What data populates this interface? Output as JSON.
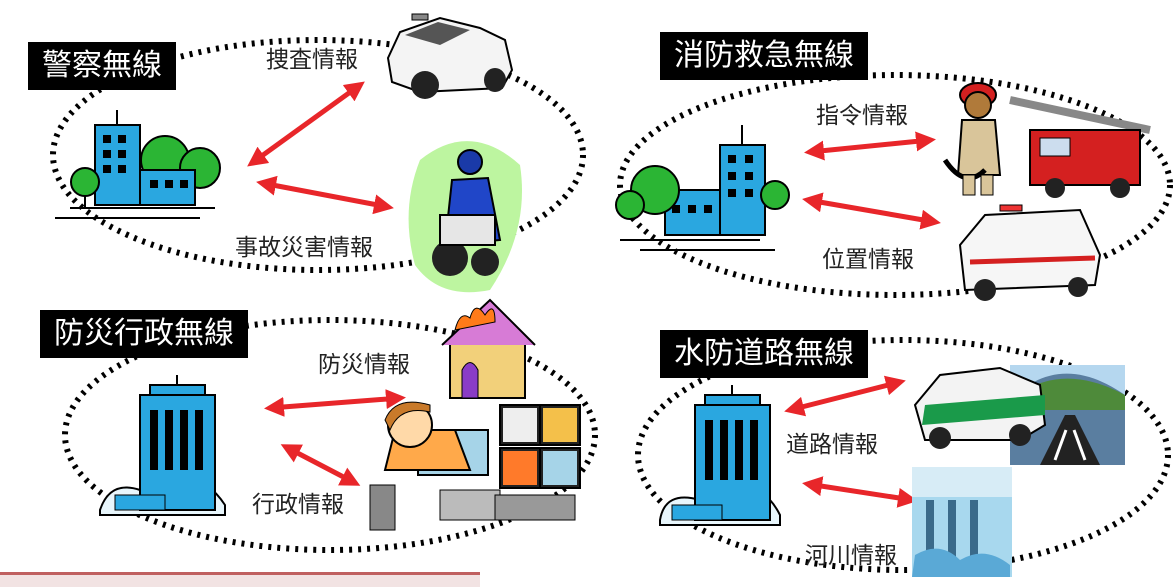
{
  "sections": {
    "police": {
      "title": "警察無線",
      "labels": [
        "捜査情報",
        "事故災害情報"
      ]
    },
    "fire": {
      "title": "消防救急無線",
      "labels": [
        "指令情報",
        "位置情報"
      ]
    },
    "admin": {
      "title": "防災行政無線",
      "labels": [
        "防災情報",
        "行政情報"
      ]
    },
    "water": {
      "title": "水防道路無線",
      "labels": [
        "道路情報",
        "河川情報"
      ]
    }
  },
  "colors": {
    "arrow": "#e8262a",
    "building": "#2aa7e0",
    "tree": "#2bb534",
    "title_bg": "#000000"
  },
  "icons": [
    "police-car-icon",
    "police-motorcycle-icon",
    "firefighter-icon",
    "fire-truck-icon",
    "ambulance-icon",
    "burning-house-icon",
    "office-worker-icon",
    "patrol-car-icon",
    "road-icon",
    "river-dam-icon",
    "building-icon"
  ]
}
